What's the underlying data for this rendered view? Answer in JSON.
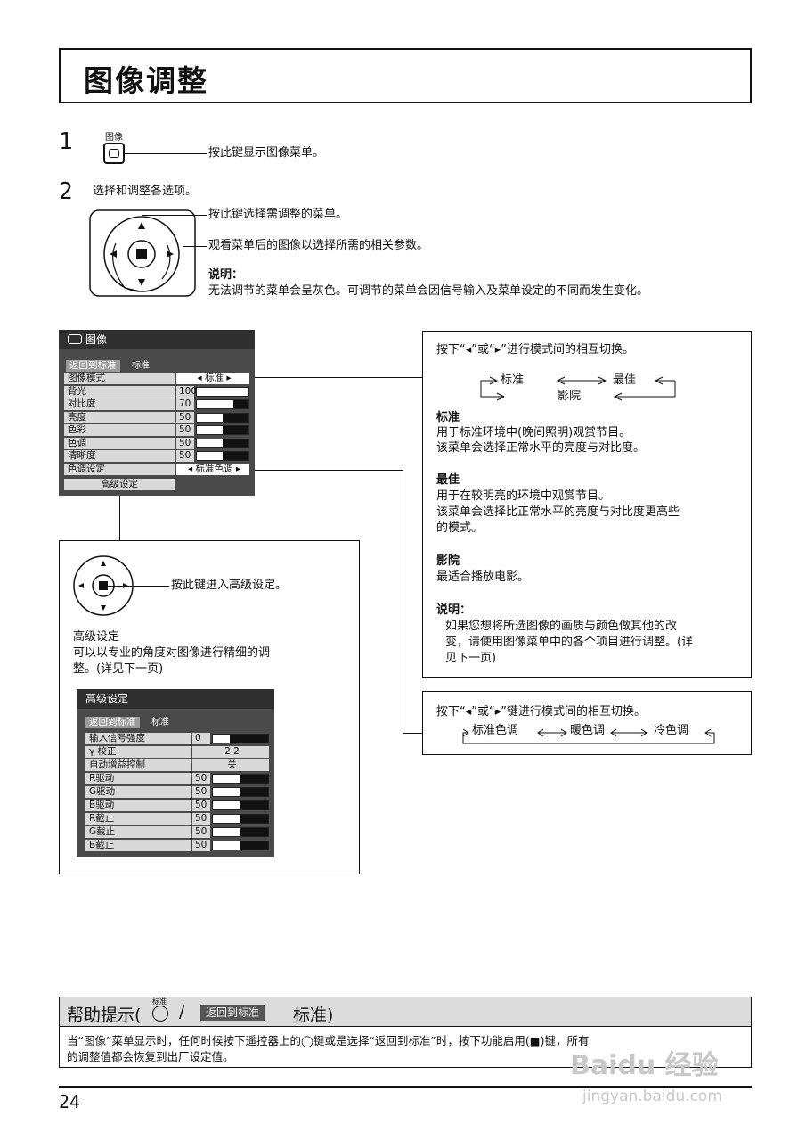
{
  "title": "图像调整",
  "step1": {
    "num": "1",
    "key_label": "图像",
    "text": "按此键显示图像菜单。"
  },
  "step2": {
    "num": "2",
    "text": "选择和调整各选项。",
    "line1": "按此键选择需调整的菜单。",
    "line2": "观看菜单后的图像以选择所需的相关参数。",
    "note_title": "说明：",
    "note_text": "无法调节的菜单会呈灰色。可调节的菜单会因信号输入及菜单设定的不同而发生变化。"
  },
  "picture_menu": {
    "header": "图像",
    "reset": "返回到标准",
    "reset_side": "标准",
    "rows": [
      {
        "label": "图像模式",
        "value": "标准",
        "kind": "select"
      },
      {
        "label": "背光",
        "value": "100",
        "kind": "bar",
        "level": 1.0
      },
      {
        "label": "对比度",
        "value": "70",
        "kind": "bar",
        "level": 0.7
      },
      {
        "label": "亮度",
        "value": "50",
        "kind": "bar",
        "level": 0.5
      },
      {
        "label": "色彩",
        "value": "50",
        "kind": "bar",
        "level": 0.5
      },
      {
        "label": "色调",
        "value": "50",
        "kind": "bar",
        "level": 0.5
      },
      {
        "label": "清晰度",
        "value": "50",
        "kind": "bar",
        "level": 0.5
      },
      {
        "label": "色调设定",
        "value": "标准色调",
        "kind": "select"
      }
    ],
    "advanced": "高级设定"
  },
  "mode_box": {
    "intro": "按下“◂”或“▸”进行模式间的相互切换。",
    "cycle_a": "标准",
    "cycle_b": "最佳",
    "cycle_c": "影院",
    "std_title": "标准",
    "std_l1": "用于标准环境中(晚间照明)观赏节目。",
    "std_l2": "该菜单会选择正常水平的亮度与对比度。",
    "best_title": "最佳",
    "best_l1": "用于在较明亮的环境中观赏节目。",
    "best_l2": "该菜单会选择比正常水平的亮度与对比度更高些",
    "best_l3": "的模式。",
    "cinema_title": "影院",
    "cinema_l1": "最适合播放电影。",
    "note_title": "说明：",
    "note_l1": "如果您想将所选图像的画质与颜色做其他的改",
    "note_l2": "变，请使用图像菜单中的各个项目进行调整。(详",
    "note_l3": "见下一页)"
  },
  "tone_box": {
    "intro": "按下“◂”或“▸”键进行模式间的相互切换。",
    "a": "标准色调",
    "b": "暖色调",
    "c": "冷色调"
  },
  "advanced_box": {
    "press": "按此键进入高级设定。",
    "title": "高级设定",
    "desc_l1": "可以以专业的角度对图像进行精细的调",
    "desc_l2": "整。(详见下一页)",
    "menu_header": "高级设定",
    "reset": "返回到标准",
    "reset_side": "标准",
    "rows": [
      {
        "label": "输入信号强度",
        "value": "0",
        "kind": "bar",
        "level": 0.3
      },
      {
        "label": "γ 校正",
        "value": "2.2",
        "kind": "text"
      },
      {
        "label": "自动增益控制",
        "value": "关",
        "kind": "text"
      },
      {
        "label": "R驱动",
        "value": "50",
        "kind": "bar",
        "level": 0.5
      },
      {
        "label": "G驱动",
        "value": "50",
        "kind": "bar",
        "level": 0.5
      },
      {
        "label": "B驱动",
        "value": "50",
        "kind": "bar",
        "level": 0.5
      },
      {
        "label": "R截止",
        "value": "50",
        "kind": "bar",
        "level": 0.5
      },
      {
        "label": "G截止",
        "value": "50",
        "kind": "bar",
        "level": 0.5
      },
      {
        "label": "B截止",
        "value": "50",
        "kind": "bar",
        "level": 0.5
      }
    ]
  },
  "help": {
    "title_pre": "帮助提示(",
    "key_label": "标准",
    "slash": "/",
    "tag": "返回到标准",
    "title_post": "标准)",
    "body_l1": "当“图像”菜单显示时，任何时候按下遥控器上的◯键或是选择“返回到标准”时，按下功能启用(■)键，所有",
    "body_l2": "的调整值都会恢复到出厂设定值。"
  },
  "page_number": "24",
  "watermark": {
    "brand": "Baidu 经验",
    "url": "jingyan.baidu.com"
  }
}
